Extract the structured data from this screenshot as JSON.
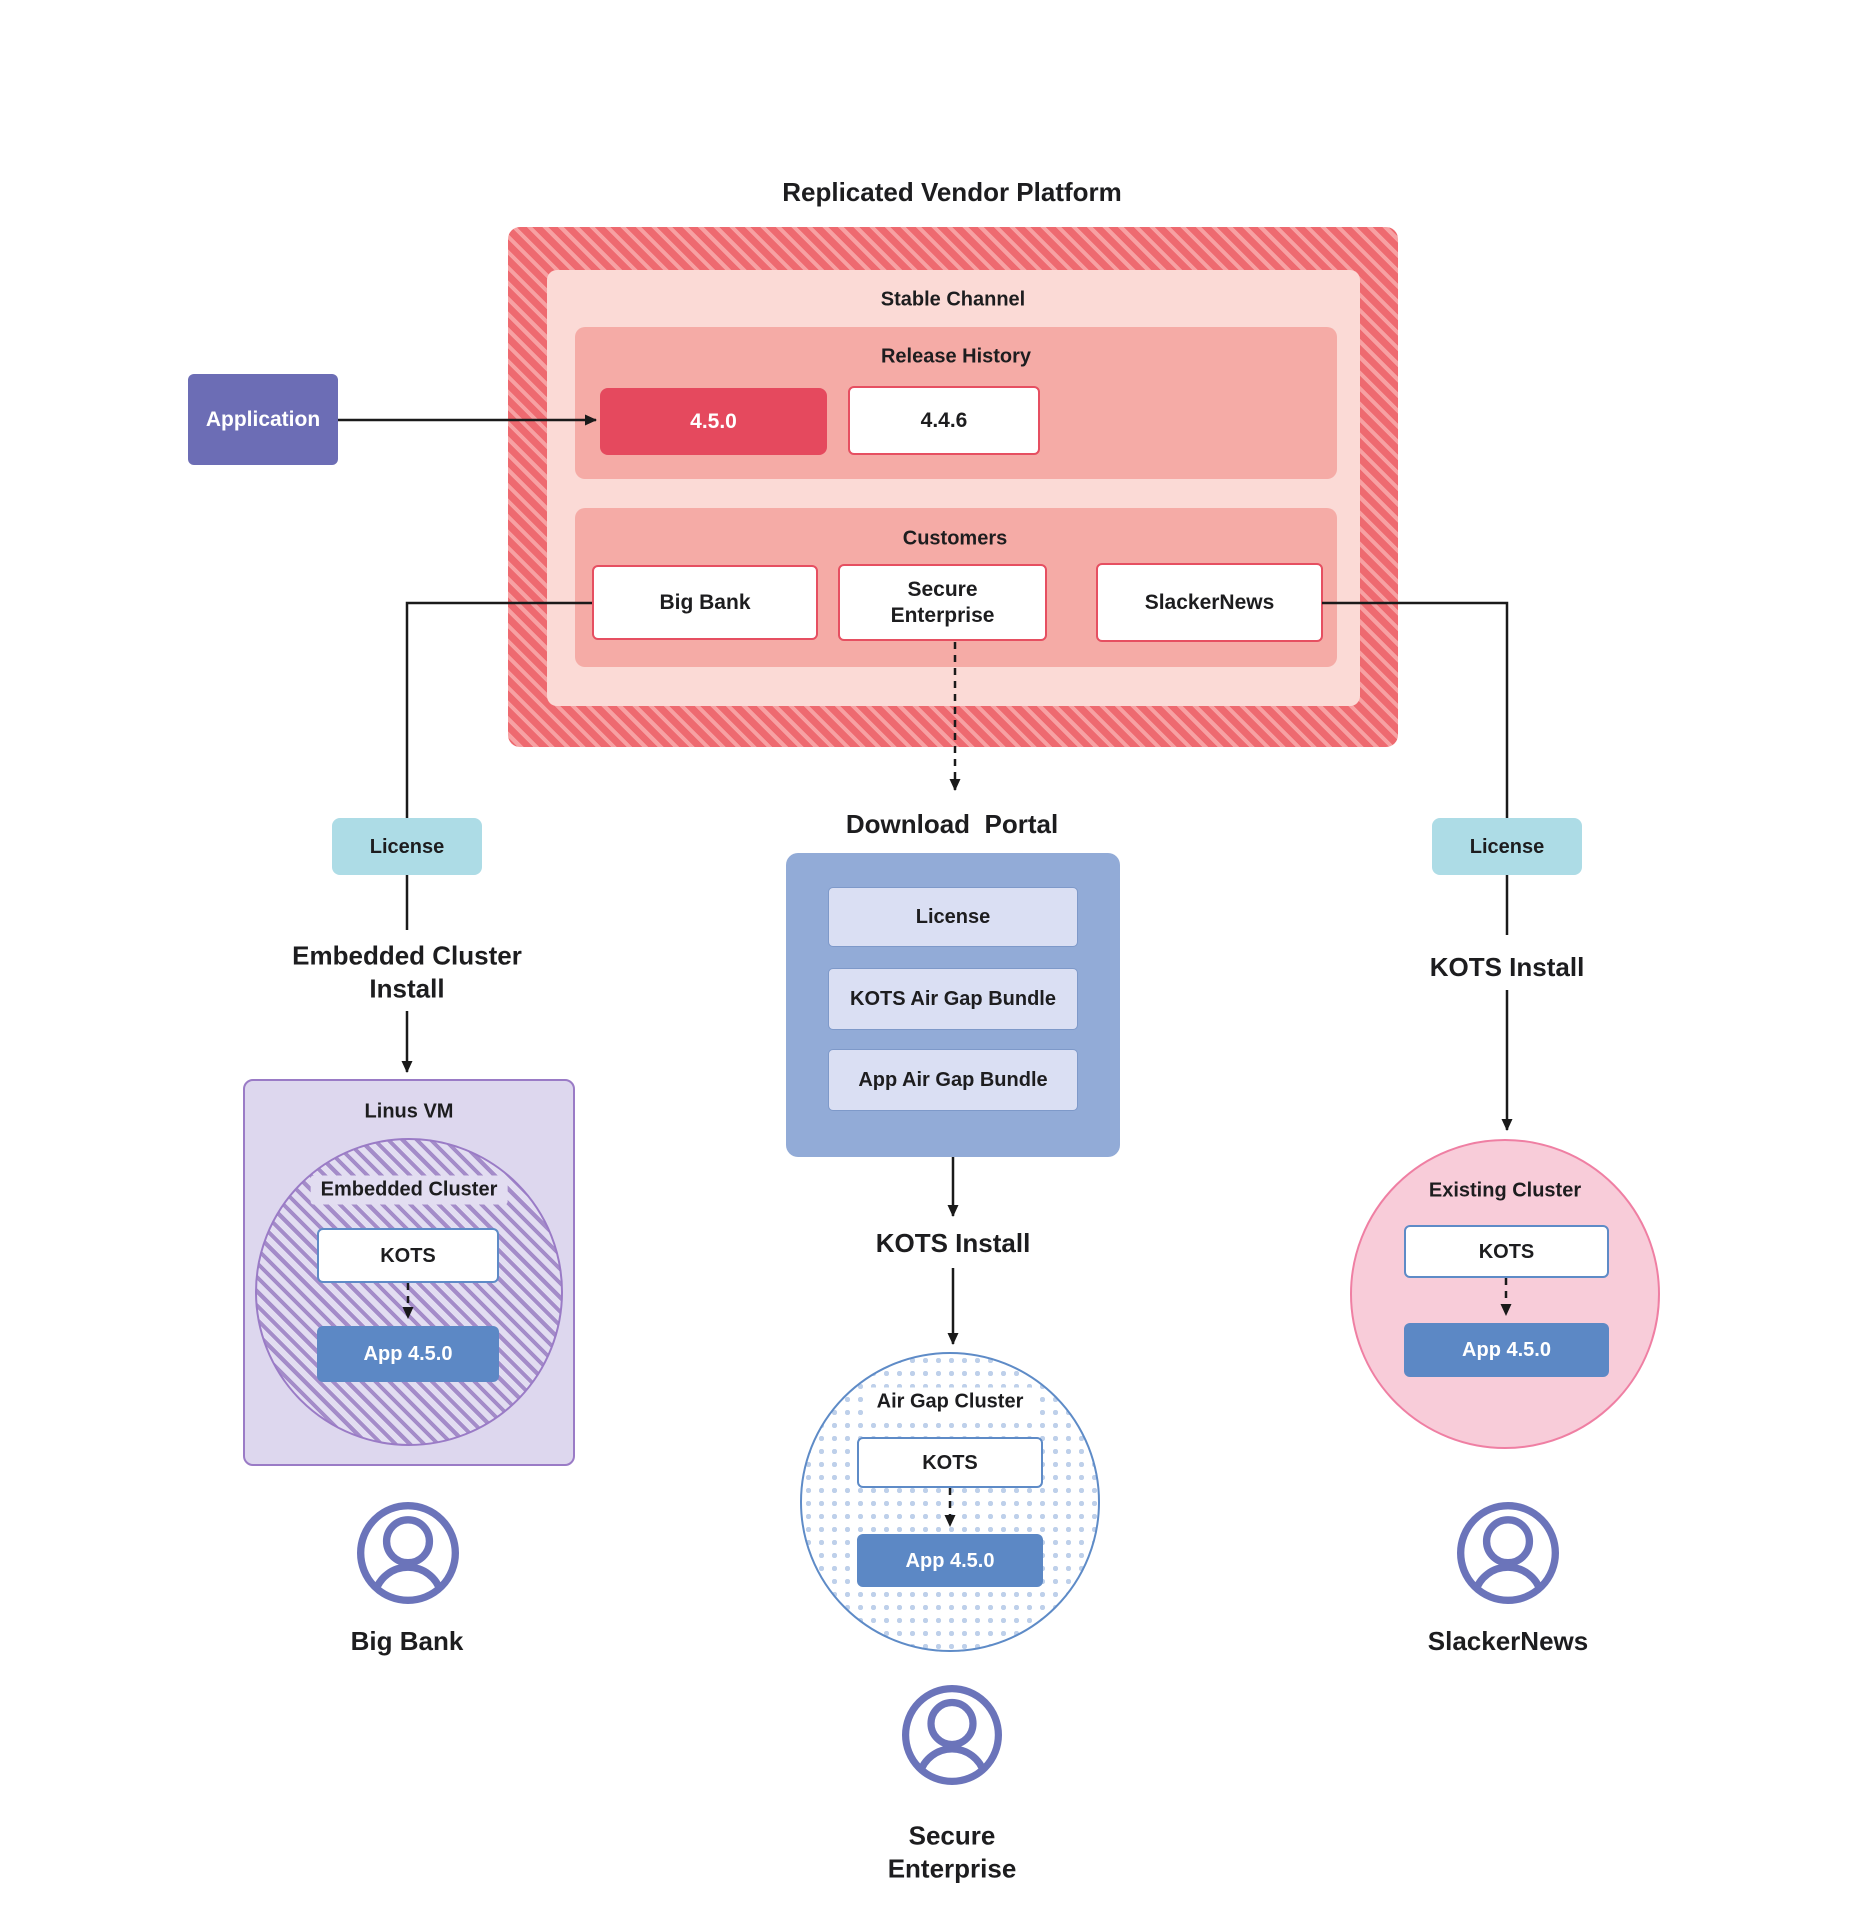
{
  "title": "Replicated Vendor Platform",
  "platform": {
    "stable_channel": {
      "label": "Stable Channel",
      "release_history": {
        "label": "Release History",
        "releases": [
          {
            "version": "4.5.0",
            "current": true
          },
          {
            "version": "4.4.6",
            "current": false
          }
        ]
      },
      "customers": {
        "label": "Customers",
        "items": [
          "Big Bank",
          "Secure Enterprise",
          "SlackerNews"
        ]
      }
    }
  },
  "application": {
    "label": "Application"
  },
  "branches": {
    "big_bank": {
      "license_label": "License",
      "install_label": "Embedded Cluster Install",
      "vm_label": "Linus VM",
      "cluster_label": "Embedded Cluster",
      "kots_label": "KOTS",
      "app_label": "App 4.5.0",
      "user_label": "Big Bank"
    },
    "secure_enterprise": {
      "portal_title": "Download  Portal",
      "portal_items": [
        "License",
        "KOTS Air Gap Bundle",
        "App Air Gap Bundle"
      ],
      "install_label": "KOTS Install",
      "cluster_label": "Air Gap Cluster",
      "kots_label": "KOTS",
      "app_label": "App 4.5.0",
      "user_label": "Secure Enterprise"
    },
    "slackernews": {
      "license_label": "License",
      "install_label": "KOTS Install",
      "cluster_label": "Existing Cluster",
      "kots_label": "KOTS",
      "app_label": "App 4.5.0",
      "user_label": "SlackerNews"
    }
  },
  "colors": {
    "hatch_red_dark": "#ee6a70",
    "hatch_red_light": "#f7a1a3",
    "channel_pink": "#fbdad6",
    "section_salmon": "#f5aba6",
    "release_current": "#e5495e",
    "box_border_red": "#e64f61",
    "application_indigo": "#6c6db5",
    "license_teal": "#addce6",
    "portal_blue": "#92abd7",
    "portal_item_bg": "#dadff3",
    "portal_item_border": "#7e99c9",
    "vm_purple_bg": "#ddd7ee",
    "vm_purple_border": "#9a7bc6",
    "vm_hatch_light": "#e2ddf1",
    "cluster_hatch_purple": "#a48cc9",
    "kots_border_blue": "#5e8bc7",
    "app_blue": "#5c88c5",
    "airgap_dot_blue": "#bed0ea",
    "existing_pink_bg": "#f8ccd9",
    "existing_pink_border": "#ef7fa3",
    "person_icon_purple": "#6b74ba",
    "text_black": "#1d1d1f",
    "line_black": "#1a1a1a"
  }
}
